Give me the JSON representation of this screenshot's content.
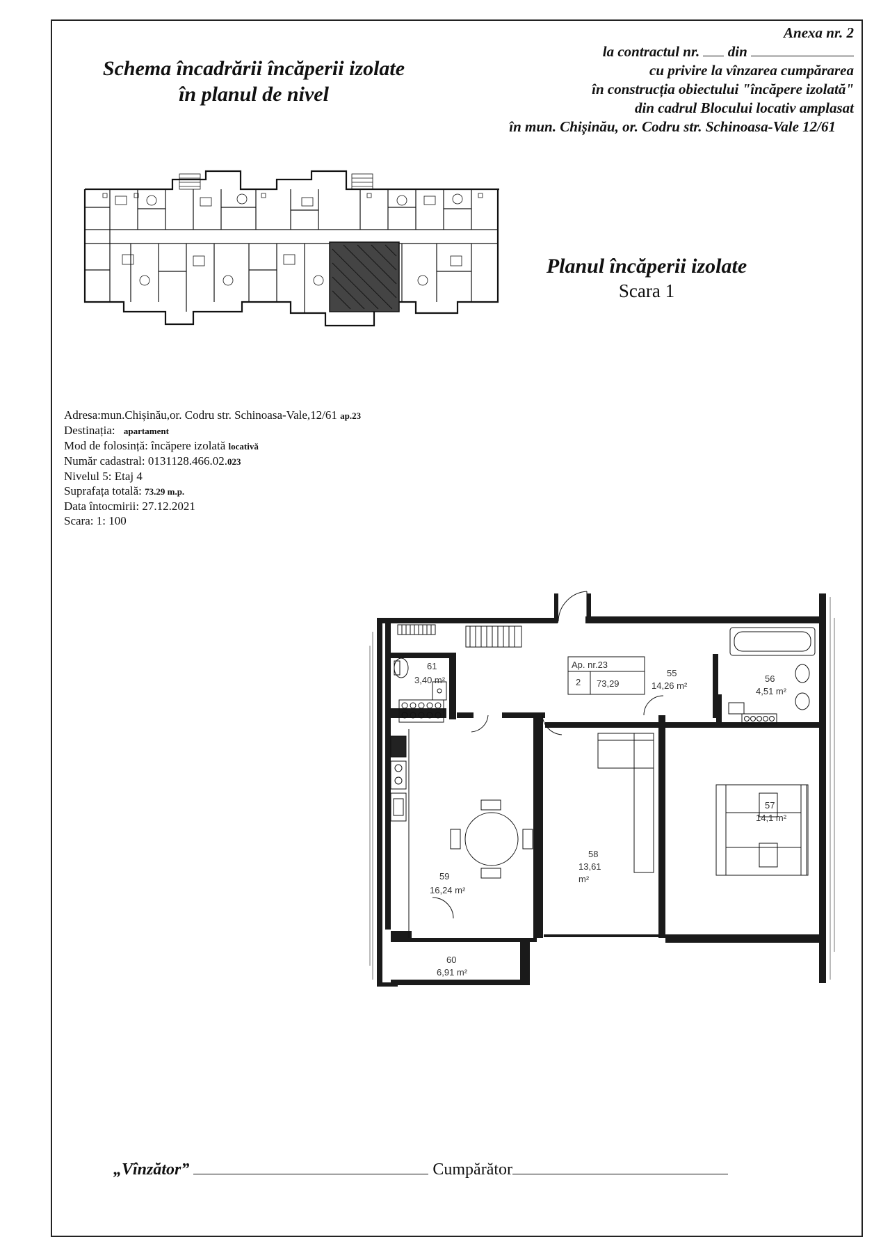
{
  "annex": {
    "title": "Anexa nr. 2",
    "contract_prefix": "la contractul nr.",
    "contract_mid": "din",
    "line2": "cu privire la vînzarea cumpărarea",
    "line3": "în construcția obiectului \"încăpere izolată\"",
    "line4": "din cadrul Blocului locativ amplasat",
    "line5": "în mun. Chișinău, or. Codru str. Schinoasa-Vale 12/61"
  },
  "scheme_title": {
    "line1": "Schema încadrării încăperii izolate",
    "line2": "în planul de nivel"
  },
  "plan_title": {
    "title": "Planul încăperii izolate",
    "scale": "Scara 1"
  },
  "info": {
    "address_label": "Adresa:",
    "address_value": "mun.Chișinău,or. Codru str. Schinoasa-Vale,12/61",
    "address_apt": "ap.23",
    "destination_label": "Destinația:",
    "destination_value": "apartament",
    "use_label": "Mod de folosință: încăpere izolată",
    "use_value": "locativă",
    "cadastral_label": "Număr cadastral: 0131128.466.02.",
    "cadastral_value": "023",
    "level": "Nivelul 5: Etaj 4",
    "area_label": "Suprafața totală:",
    "area_value": "73.29 m.p.",
    "date": "Data întocmirii: 27.12.2021",
    "scale": "Scara: 1: 100"
  },
  "floorplan": {
    "apartment_label": "Ap. nr.23",
    "rooms_count": "2",
    "total_area": "73,29",
    "rooms": [
      {
        "num": "61",
        "area": "3,40 m²"
      },
      {
        "num": "55",
        "area": "14,26 m²"
      },
      {
        "num": "56",
        "area": "4,51 m²"
      },
      {
        "num": "59",
        "area": "16,24 m²"
      },
      {
        "num": "58",
        "area": "13,61",
        "unit": "m²"
      },
      {
        "num": "57",
        "area": "14,1 m²"
      },
      {
        "num": "60",
        "area": "6,91 m²"
      }
    ]
  },
  "signatures": {
    "seller": "„Vînzător”",
    "buyer": "Cumpărător"
  }
}
